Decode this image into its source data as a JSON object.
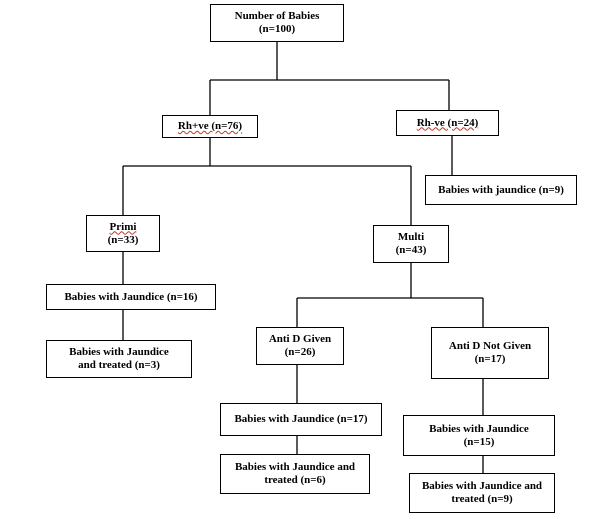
{
  "diagram": {
    "nodes": {
      "root": {
        "line1": "Number of Babies",
        "line2": "(n=100)"
      },
      "rh_pos": {
        "line1": "Rh+ve (n=76)"
      },
      "rh_neg": {
        "line1": "Rh-ve (n=24)"
      },
      "rh_neg_j": {
        "line1": "Babies with jaundice (n=9)"
      },
      "primi": {
        "line1": "Primi",
        "line2": "(n=33)"
      },
      "multi": {
        "line1": "Multi",
        "line2": "(n=43)"
      },
      "primi_j": {
        "line1": "Babies with Jaundice (n=16)"
      },
      "primi_jt": {
        "line1": "Babies with Jaundice",
        "line2": "and treated (n=3)"
      },
      "antid": {
        "line1": "Anti D Given",
        "line2": "(n=26)"
      },
      "antid_not": {
        "line1": "Anti D Not Given",
        "line2": "(n=17)"
      },
      "antid_j": {
        "line1": "Babies with Jaundice (n=17)"
      },
      "antid_jt": {
        "line1": "Babies with Jaundice and",
        "line2": "treated (n=6)"
      },
      "antidn_j": {
        "line1": "Babies with Jaundice",
        "line2": "(n=15)"
      },
      "antidn_jt": {
        "line1": "Babies with Jaundice and",
        "line2": "treated (n=9)"
      }
    }
  }
}
